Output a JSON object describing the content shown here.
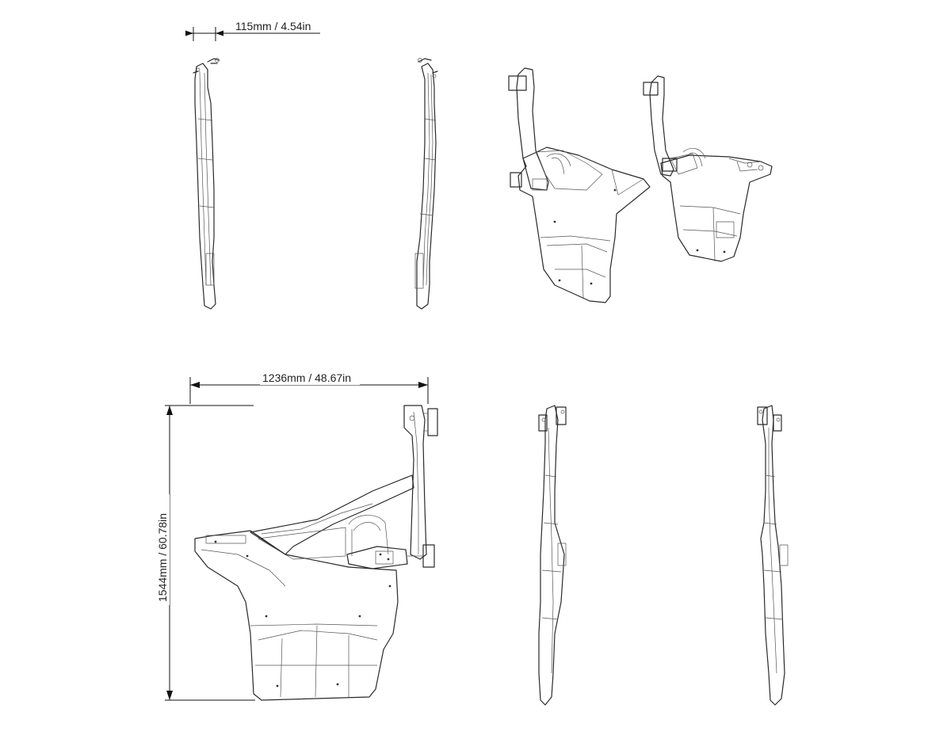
{
  "dimensions": {
    "thickness": "115mm / 4.54in",
    "width": "1236mm / 48.67in",
    "height": "1544mm / 60.78in"
  }
}
